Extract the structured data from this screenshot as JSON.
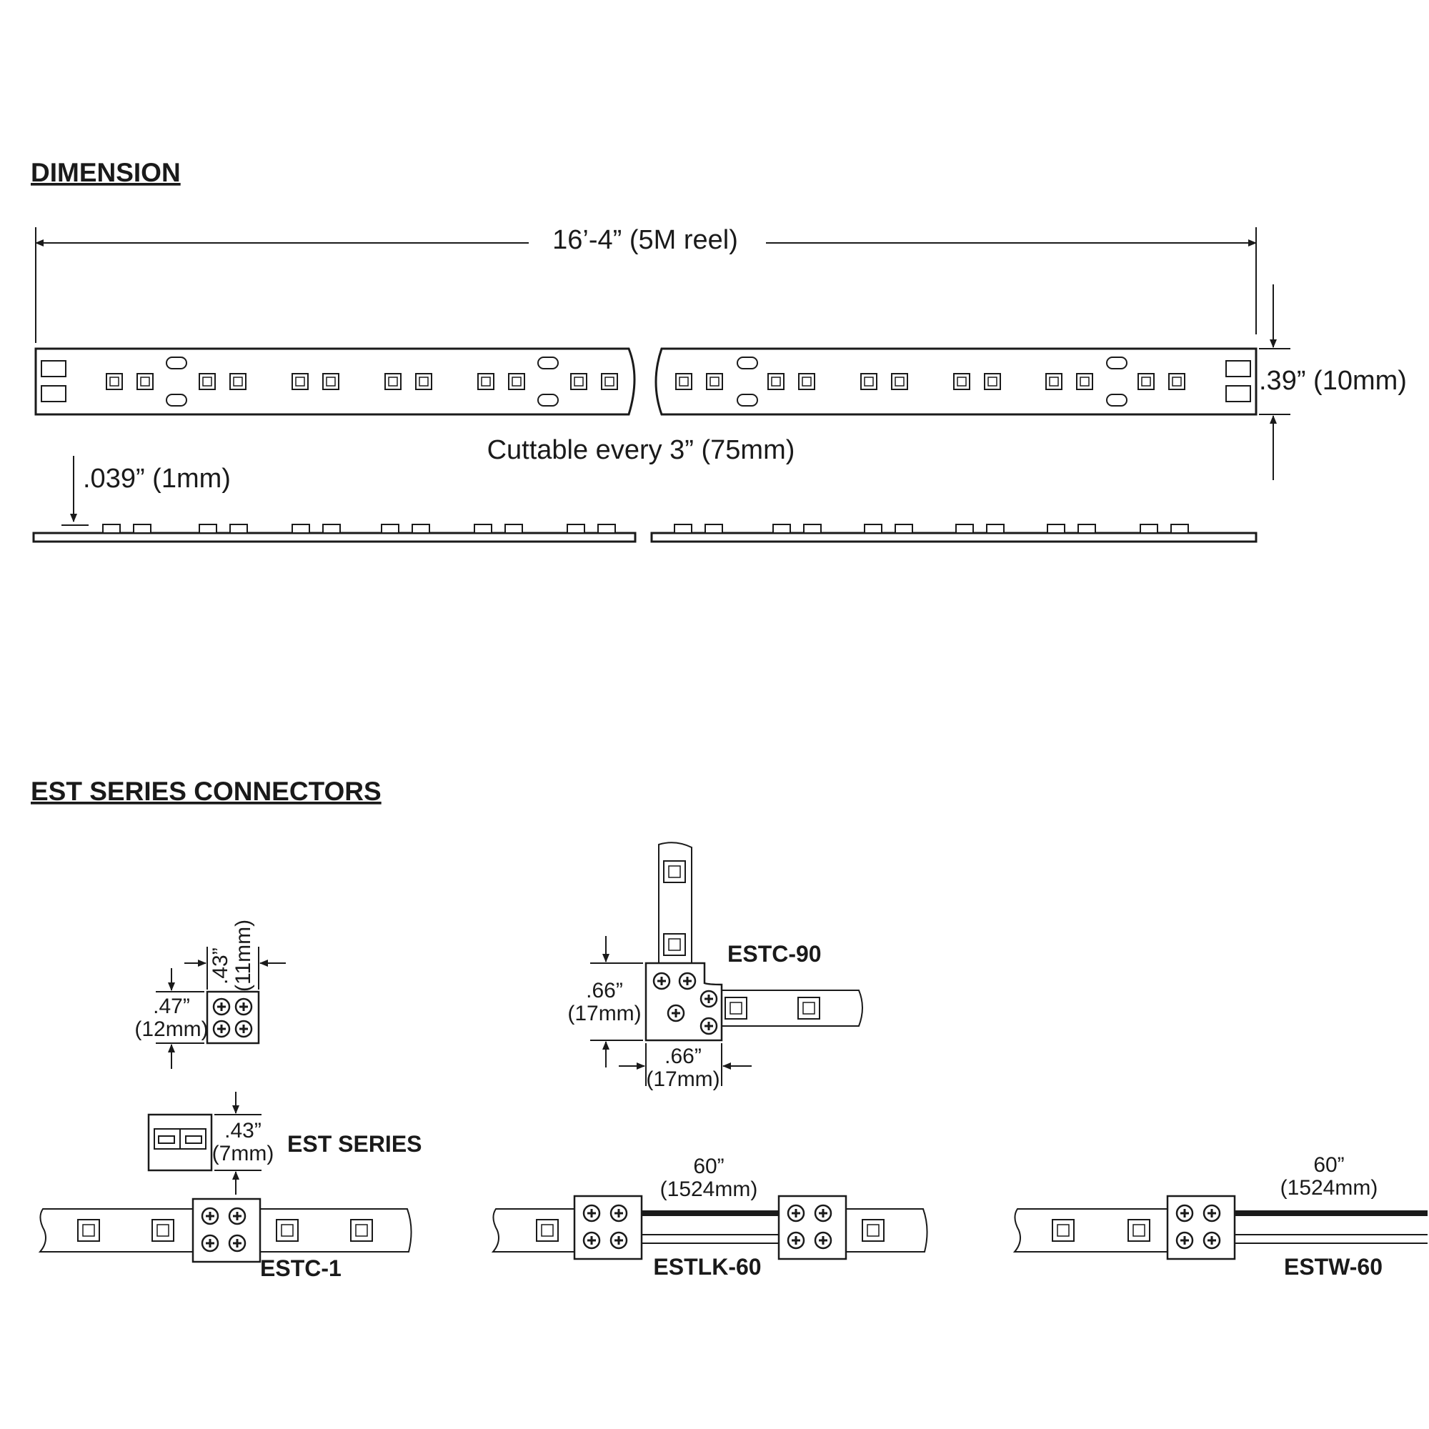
{
  "sections": {
    "dimension_heading": "DIMENSION",
    "connectors_heading": "EST SERIES CONNECTORS"
  },
  "dimension": {
    "length": "16’-4” (5M reel)",
    "width": ".39” (10mm)",
    "cut_interval": "Cuttable every 3” (75mm)",
    "thickness": ".039” (1mm)"
  },
  "connectors": {
    "connector_body": {
      "width_in": ".43”",
      "width_mm": "(11mm)",
      "height_in": ".47”",
      "height_mm": "(12mm)"
    },
    "est_series": {
      "label": "EST SERIES",
      "height_in": ".43”",
      "height_mm": "(7mm)"
    },
    "estc_1": {
      "label": "ESTC-1"
    },
    "estc_90": {
      "label": "ESTC-90",
      "height_in": ".66”",
      "height_mm": "(17mm)",
      "width_in": ".66”",
      "width_mm": "(17mm)"
    },
    "estlk_60": {
      "label": "ESTLK-60",
      "length_in": "60”",
      "length_mm": "(1524mm)"
    },
    "estw_60": {
      "label": "ESTW-60",
      "length_in": "60”",
      "length_mm": "(1524mm)"
    }
  },
  "colors": {
    "line": "#1a1a1a",
    "background": "#ffffff"
  }
}
